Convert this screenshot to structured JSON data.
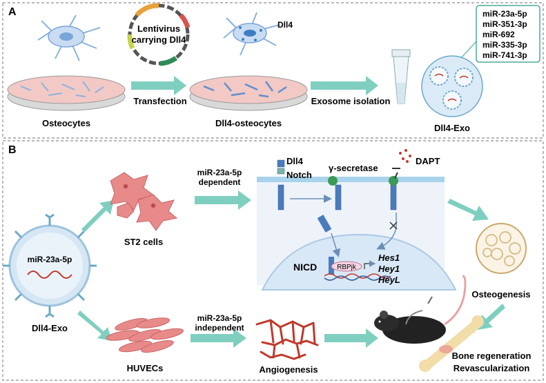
{
  "panel_a": {
    "label": "A",
    "osteocytes": "Osteocytes",
    "lentivirus": [
      "Lentivirus",
      "carrying Dll4"
    ],
    "dll4_tag": "Dll4",
    "transfection": "Transfection",
    "dll4_osteocytes": "Dll4-osteocytes",
    "exosome_isolation": "Exosome isolation",
    "dll4_exo": "Dll4-Exo",
    "mirnas": [
      "miR-23a-5p",
      "miR-351-3p",
      "miR-692",
      "miR-335-3p",
      "miR-741-3p"
    ]
  },
  "panel_b": {
    "label": "B",
    "exo_mirna": "miR-23a-5p",
    "dll4_exo": "Dll4-Exo",
    "st2_cells": "ST2 cells",
    "huvecs": "HUVECs",
    "dependent": [
      "miR-23a-5p",
      "dependent"
    ],
    "independent": [
      "miR-23a-5p",
      "independent"
    ],
    "dll4": "Dll4",
    "notch": "Notch",
    "gamma_secretase": "γ-secretase",
    "dapt": "DAPT",
    "nicd": "NICD",
    "rbpjk": "RBPjk",
    "genes": [
      "Hes1",
      "Hey1",
      "HeyL"
    ],
    "osteogenesis": "Osteogenesis",
    "angiogenesis": "Angiogenesis",
    "outcomes": [
      "Bone regeneration",
      "Revascularization"
    ]
  },
  "colors": {
    "panel_border": "#8c8c8c",
    "arrow": "#7fcfc0",
    "membrane": "#a9d3ec",
    "nucleus": "#d9e8f6",
    "dish": "#f2c9c5",
    "vessel": "#c0392b",
    "callout_border": "#4aaa9a"
  }
}
